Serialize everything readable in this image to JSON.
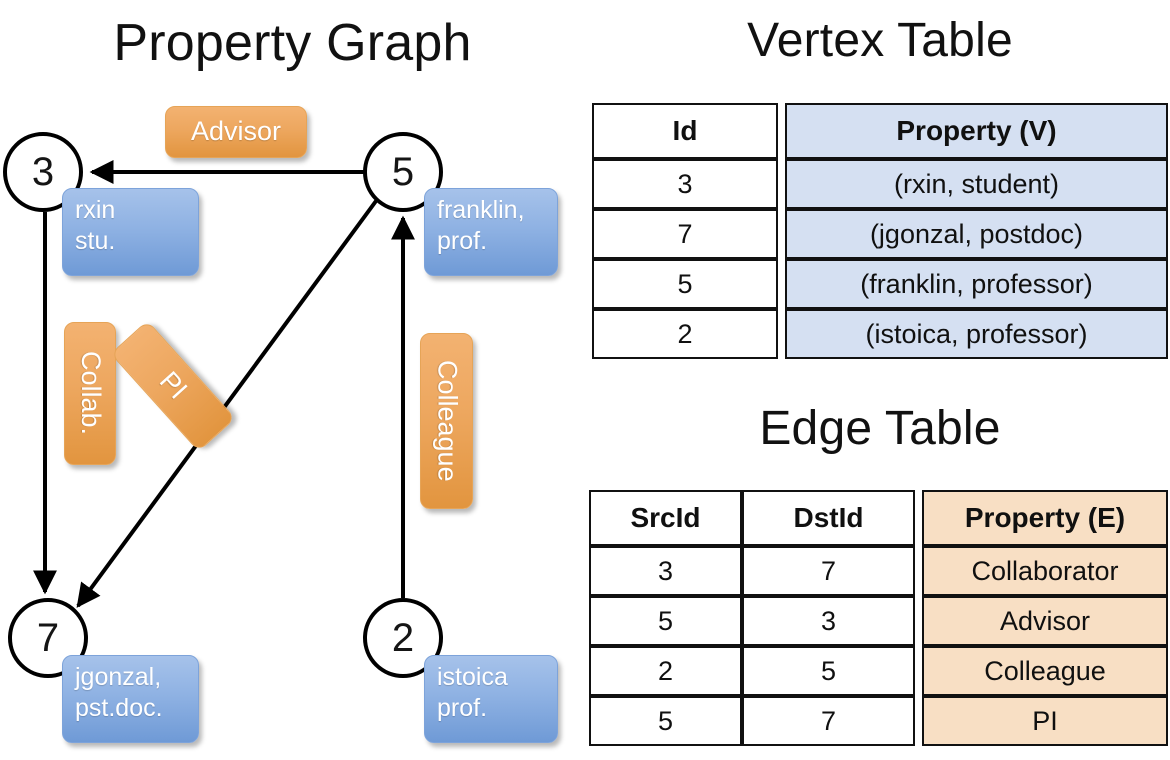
{
  "graph": {
    "title": "Property Graph",
    "nodes": [
      {
        "id": "3",
        "prop_lines": [
          "rxin",
          "stu."
        ]
      },
      {
        "id": "5",
        "prop_lines": [
          "franklin,",
          "prof."
        ]
      },
      {
        "id": "7",
        "prop_lines": [
          "jgonzal,",
          "pst.doc."
        ]
      },
      {
        "id": "2",
        "prop_lines": [
          "istoica",
          "prof."
        ]
      }
    ],
    "edge_labels": [
      {
        "name": "advisor-label",
        "text": "Advisor",
        "orientation": "horizontal"
      },
      {
        "name": "collab-label",
        "text": "Collab.",
        "orientation": "vertical"
      },
      {
        "name": "pi-label",
        "text": "PI",
        "orientation": "rotated"
      },
      {
        "name": "colleague-label",
        "text": "Colleague",
        "orientation": "vertical"
      }
    ],
    "edges": [
      {
        "from": "5",
        "to": "3",
        "label": "Advisor"
      },
      {
        "from": "3",
        "to": "7",
        "label": "Collab."
      },
      {
        "from": "5",
        "to": "7",
        "label": "PI"
      },
      {
        "from": "2",
        "to": "5",
        "label": "Colleague"
      }
    ],
    "colors": {
      "vertex_chip": "#8fb2e3",
      "edge_chip": "#eda75f",
      "stroke": "#000000"
    }
  },
  "vertex_table": {
    "title": "Vertex Table",
    "headers": [
      "Id",
      "Property (V)"
    ],
    "rows": [
      {
        "id": "3",
        "property": "(rxin, student)"
      },
      {
        "id": "7",
        "property": "(jgonzal, postdoc)"
      },
      {
        "id": "5",
        "property": "(franklin, professor)"
      },
      {
        "id": "2",
        "property": "(istoica, professor)"
      }
    ],
    "property_fill": "#d5e0f2"
  },
  "edge_table": {
    "title": "Edge Table",
    "headers": [
      "SrcId",
      "DstId",
      "Property (E)"
    ],
    "rows": [
      {
        "src": "3",
        "dst": "7",
        "property": "Collaborator"
      },
      {
        "src": "5",
        "dst": "3",
        "property": "Advisor"
      },
      {
        "src": "2",
        "dst": "5",
        "property": "Colleague"
      },
      {
        "src": "5",
        "dst": "7",
        "property": "PI"
      }
    ],
    "property_fill": "#f8dfc4"
  }
}
